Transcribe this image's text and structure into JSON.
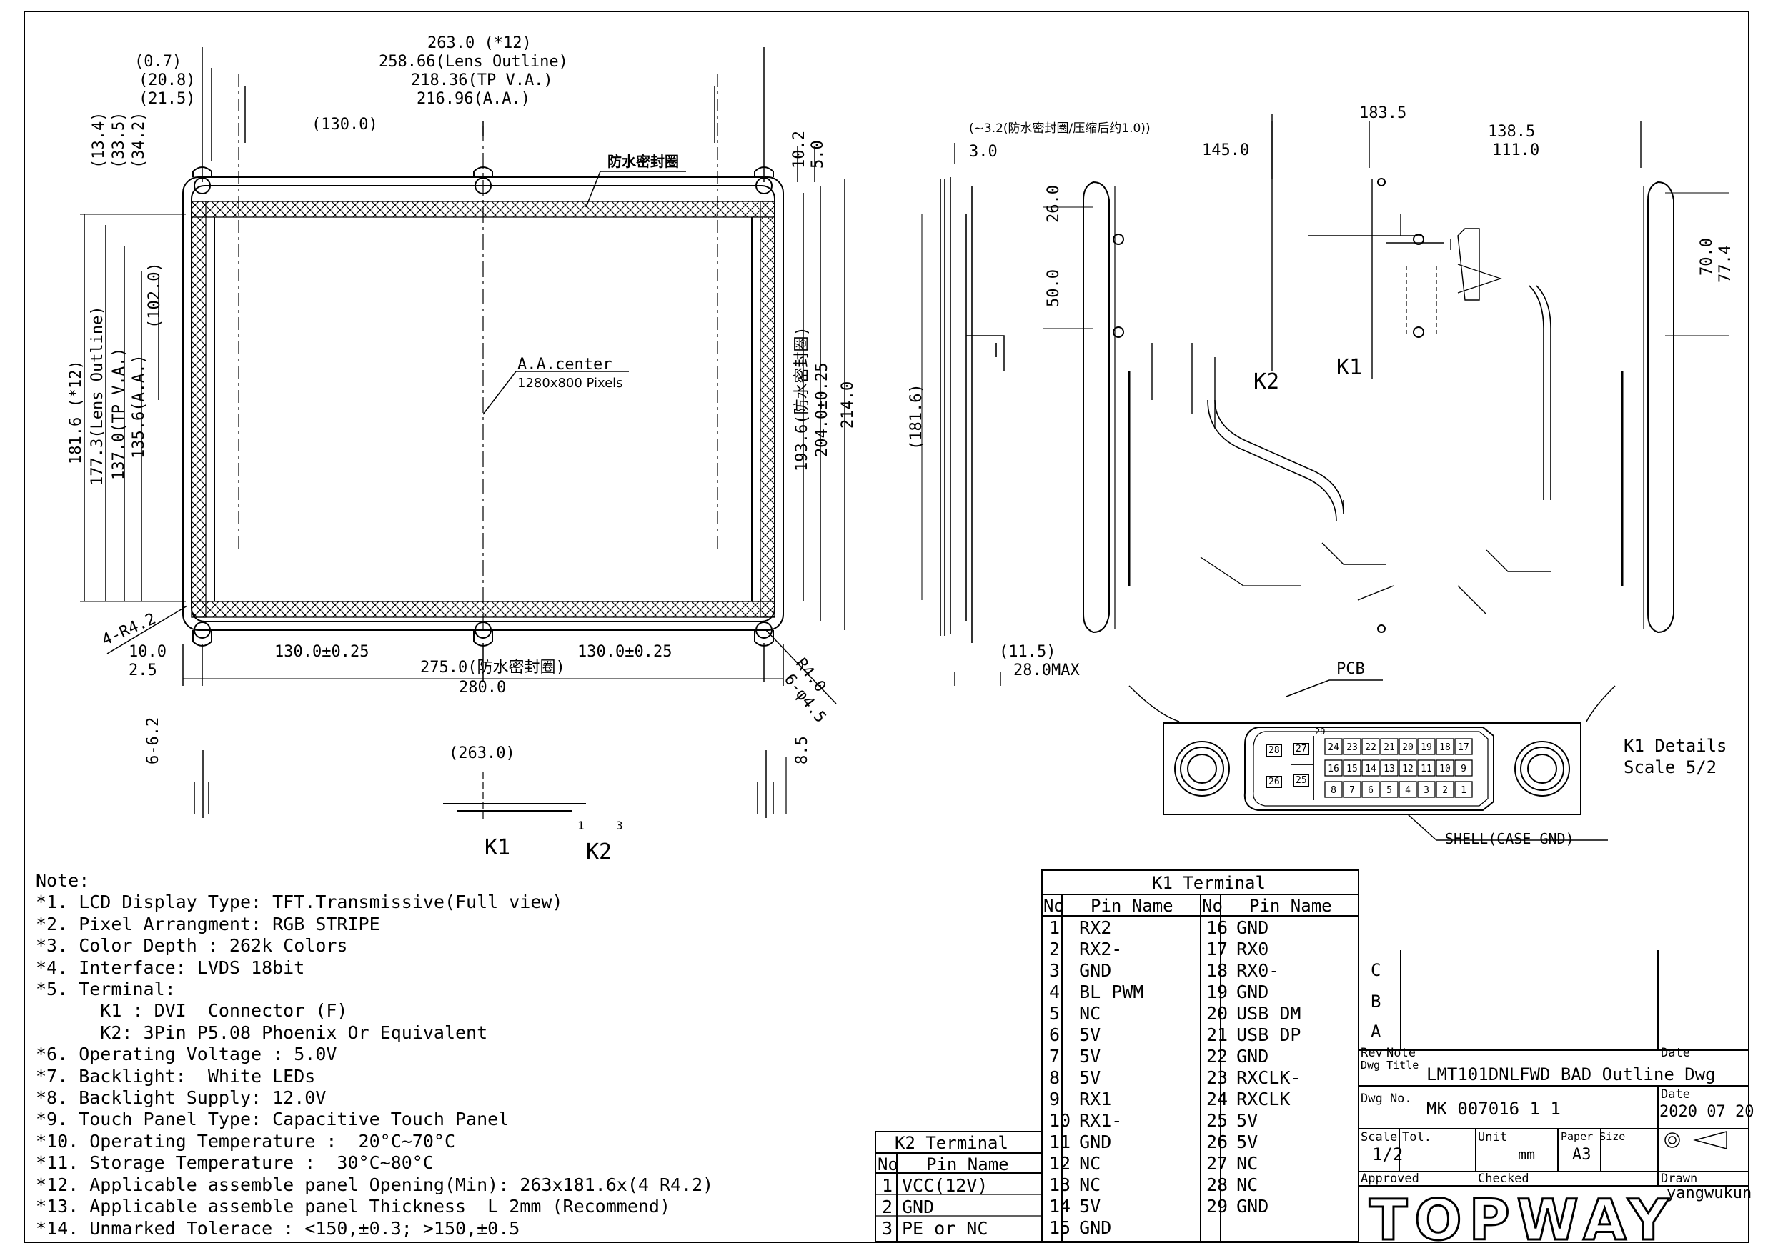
{
  "front_view": {
    "top_dims": [
      "263.0 (*12)",
      "258.66(Lens Outline)",
      "218.36(TP V.A.)",
      "216.96(A.A.)"
    ],
    "left_offsets": [
      "(0.7)",
      "(20.8)",
      "(21.5)"
    ],
    "dim_130": "(130.0)",
    "right_top_dims": [
      "10.2",
      "5.0"
    ],
    "left_vertical_dims": [
      "(13.4)",
      "(33.5)",
      "(34.2)"
    ],
    "left_height_dims": [
      "181.6 (*12)",
      "177.3(Lens Outline)",
      "137.0(TP V.A.)",
      "135.6(A.A.)"
    ],
    "dim_102": "(102.0)",
    "right_height_dims": [
      "193.6(防水密封圈)",
      "204.0±0.25",
      "214.0"
    ],
    "seal_label": "防水密封圈",
    "aa_center": "A.A.center",
    "pixels": "1280x800 Pixels",
    "corner_radius": "4-R4.2",
    "bottom_left_dims": [
      "10.0",
      "2.5"
    ],
    "bottom_pitch_left": "130.0±0.25",
    "bottom_pitch_right": "130.0±0.25",
    "bottom_width_seal": "275.0(防水密封圈)",
    "bottom_width": "280.0",
    "hole_r": "R4.0",
    "hole_d": "6-φ4.5"
  },
  "bottom_view": {
    "slot": "6-6.2",
    "width": "(263.0)",
    "height": "8.5",
    "k1": "K1",
    "k2": "K2",
    "k2_pin1": "1",
    "k2_pin3": "3"
  },
  "side_view": {
    "seal_note": "(~3.2(防水密封圈/压缩后约1.0))",
    "dim_3": "3.0",
    "height": "(181.6)",
    "dim_115": "(11.5)",
    "max": "28.0MAX"
  },
  "rear_view": {
    "dim_145": "145.0",
    "dim_1835": "183.5",
    "dim_1385": "138.5",
    "dim_111": "111.0",
    "dim_26": "26.0",
    "dim_50": "50.0",
    "dim_70": "70.0",
    "dim_774": "77.4",
    "k1": "K1",
    "k2": "K2",
    "pcb": "PCB"
  },
  "k1_details": {
    "title": "K1 Details",
    "scale": "Scale 5/2",
    "shell": "SHELL(CASE GND)",
    "row1": [
      "24",
      "23",
      "22",
      "21",
      "20",
      "19",
      "18",
      "17"
    ],
    "row2": [
      "16",
      "15",
      "14",
      "13",
      "12",
      "11",
      "10",
      "9"
    ],
    "row3": [
      "8",
      "7",
      "6",
      "5",
      "4",
      "3",
      "2",
      "1"
    ],
    "left_pins": [
      "28",
      "27",
      "26",
      "25"
    ],
    "pin29": "29"
  },
  "notes": {
    "heading": "Note:",
    "lines": [
      "*1. LCD Display Type: TFT.Transmissive(Full view)",
      "*2. Pixel Arrangment: RGB STRIPE",
      "*3. Color Depth : 262k Colors",
      "*4. Interface: LVDS 18bit",
      "*5. Terminal:",
      "      K1 : DVI  Connector (F)",
      "      K2: 3Pin P5.08 Phoenix Or Equivalent",
      "*6. Operating Voltage : 5.0V",
      "*7. Backlight:  White LEDs",
      "*8. Backlight Supply: 12.0V",
      "*9. Touch Panel Type: Capacitive Touch Panel",
      "*10. Operating Temperature :  20°C~70°C",
      "*11. Storage Temperature :  30°C~80°C",
      "*12. Applicable assemble panel Opening(Min): 263x181.6x(4 R4.2)",
      "*13. Applicable assemble panel Thickness  L 2mm (Recommend)",
      "*14. Unmarked Tolerace : <150,±0.3; >150,±0.5"
    ]
  },
  "k1_table": {
    "title": "K1 Terminal",
    "h_no": "No",
    "h_name": "Pin Name",
    "left": [
      [
        "1",
        "RX2"
      ],
      [
        "2",
        "RX2-"
      ],
      [
        "3",
        "GND"
      ],
      [
        "4",
        "BL PWM"
      ],
      [
        "5",
        "NC"
      ],
      [
        "6",
        "5V"
      ],
      [
        "7",
        "5V"
      ],
      [
        "8",
        "5V"
      ],
      [
        "9",
        "RX1"
      ],
      [
        "10",
        "RX1-"
      ],
      [
        "11",
        "GND"
      ],
      [
        "12",
        "NC"
      ],
      [
        "13",
        "NC"
      ],
      [
        "14",
        "5V"
      ],
      [
        "15",
        "GND"
      ]
    ],
    "right": [
      [
        "16",
        "GND"
      ],
      [
        "17",
        "RX0"
      ],
      [
        "18",
        "RX0-"
      ],
      [
        "19",
        "GND"
      ],
      [
        "20",
        "USB DM"
      ],
      [
        "21",
        "USB DP"
      ],
      [
        "22",
        "GND"
      ],
      [
        "23",
        "RXCLK-"
      ],
      [
        "24",
        "RXCLK"
      ],
      [
        "25",
        "5V"
      ],
      [
        "26",
        "5V"
      ],
      [
        "27",
        "NC"
      ],
      [
        "28",
        "NC"
      ],
      [
        "29",
        "GND"
      ]
    ]
  },
  "k2_table": {
    "title": "K2 Terminal",
    "h_no": "No",
    "h_name": "Pin Name",
    "rows": [
      [
        "1",
        "VCC(12V)"
      ],
      [
        "2",
        "GND"
      ],
      [
        "3",
        "PE or NC"
      ]
    ]
  },
  "title_block": {
    "rev_c": "C",
    "rev_b": "B",
    "rev_a": "A",
    "rev": "Rev",
    "note": "Note",
    "date": "Date",
    "dwg_title_label": "Dwg Title",
    "dwg_title": "LMT101DNLFWD BAD Outline Dwg",
    "dwg_no_label": "Dwg No.",
    "dwg_no": "MK 007016 1 1",
    "date_label": "Date",
    "date_value": "2020 07 20",
    "scale_label": "Scale",
    "scale": "1/2",
    "tol_label": "Tol.",
    "unit_label": "Unit",
    "unit": "mm",
    "paper_label": "Paper Size",
    "paper": "A3",
    "approved": "Approved",
    "checked": "Checked",
    "drawn": "Drawn",
    "drawn_by": "yangwukun",
    "logo": "TOPWAY"
  }
}
